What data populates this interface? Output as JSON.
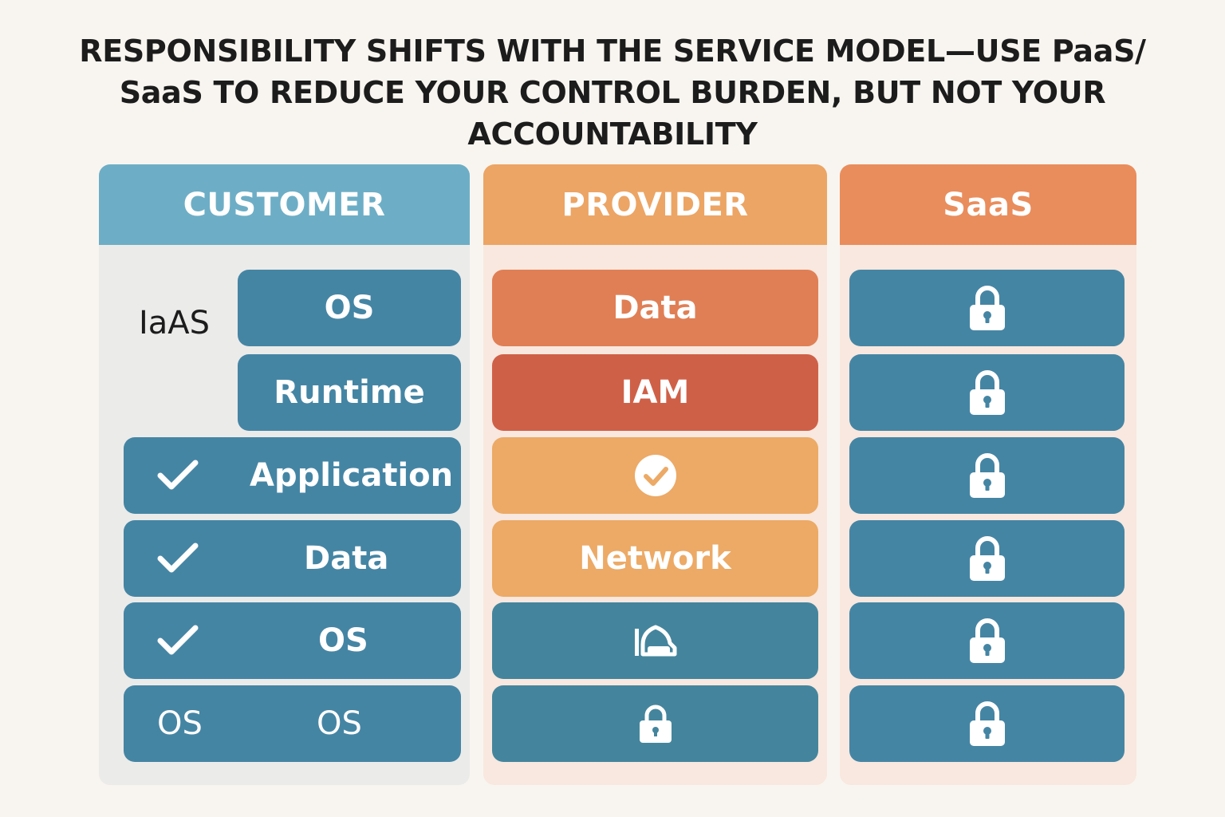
{
  "title": "RESPONSIBILITY SHIFTS WITH THE SERVICE MODEL—USE PaaS/ SaaS TO REDUCE YOUR CONTROL BURDEN, BUT NOT YOUR ACCOUNTABILITY",
  "columns": {
    "customer": {
      "header": "CUSTOMER"
    },
    "provider": {
      "header": "PROVIDER"
    },
    "saas": {
      "header": "SaaS"
    }
  },
  "customer": {
    "iaas_label": "IaAS",
    "rows": [
      {
        "label": "OS"
      },
      {
        "label": "Runtime"
      },
      {
        "label": "Application",
        "mark": "check-icon"
      },
      {
        "label": "Data",
        "mark": "check-icon"
      },
      {
        "label": "OS",
        "mark": "check-icon"
      },
      {
        "label": "OS",
        "left_label": "OS"
      }
    ]
  },
  "provider": {
    "rows": [
      {
        "label": "Data",
        "color": "#e07f55"
      },
      {
        "label": "IAM",
        "color": "#cf6048"
      },
      {
        "label": "",
        "icon": "check-circle-icon",
        "color": "#ecaa66"
      },
      {
        "label": "Network",
        "color": "#ecaa66"
      },
      {
        "label": "",
        "icon": "cloud-lock-icon",
        "color": "#44859d"
      },
      {
        "label": "",
        "icon": "lock-icon",
        "color": "#44859d"
      }
    ]
  },
  "saas": {
    "rows": [
      {
        "icon": "lock-icon"
      },
      {
        "icon": "lock-icon"
      },
      {
        "icon": "lock-icon"
      },
      {
        "icon": "lock-icon"
      },
      {
        "icon": "lock-icon"
      },
      {
        "icon": "lock-icon"
      }
    ]
  },
  "colors": {
    "customer_header": "#6daec6",
    "provider_header": "#eca564",
    "saas_header": "#e98d5c",
    "box_blue": "#4585a4"
  }
}
